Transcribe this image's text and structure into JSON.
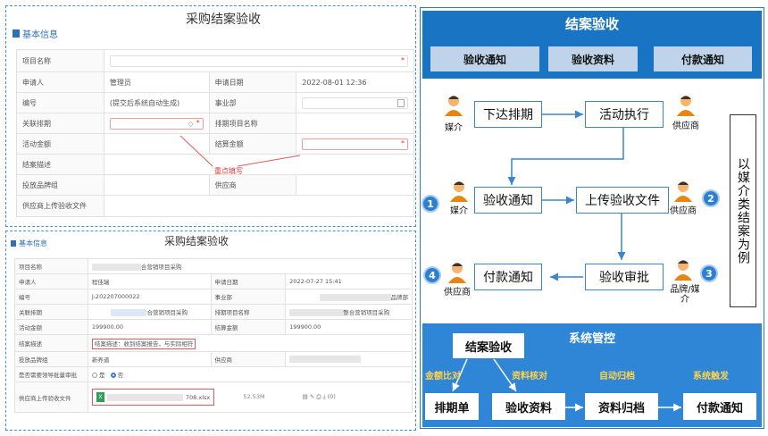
{
  "form1": {
    "title": "采购结案验收",
    "section": "基本信息",
    "labels": {
      "project_name": "项目名称",
      "applicant": "申请人",
      "apply_date": "申请日期",
      "number": "编号",
      "division": "事业部",
      "linked_schedule": "关联排期",
      "schedule_project": "排期项目名称",
      "activity_amount": "活动金额",
      "settle_amount": "结算金额",
      "closing_desc": "结案描述",
      "brand": "投放品牌组",
      "supplier": "供应商",
      "upload": "供应商上传验收文件"
    },
    "values": {
      "applicant": "管理员",
      "apply_date": "2022-08-01 12:36",
      "number": "(提交后系统自动生成)"
    },
    "note": "重点填写"
  },
  "form2": {
    "title": "采购结案验收",
    "section": "基本信息",
    "labels": {
      "project_name": "项目名称",
      "applicant": "申请人",
      "apply_date": "申请日期",
      "number": "编号",
      "division": "事业部",
      "linked_schedule": "关联排期",
      "schedule_project": "排期项目名称",
      "activity_amount": "活动金额",
      "settle_amount": "结算金额",
      "closing_desc": "结案描述",
      "brand": "投放品牌组",
      "supplier": "供应商",
      "leader_approval": "是否需要领导批量审批",
      "upload": "供应商上传验收文件"
    },
    "values": {
      "project_name_suffix": "合营销项目采购",
      "applicant": "程佳瑞",
      "apply_date": "2022-07-27 15:41",
      "number": "J-202207000022",
      "division_suffix": "品牌部",
      "linked_schedule_suffix": "合营销项目采购",
      "schedule_project_suffix": "整合营销项目采购",
      "activity_amount": "199900.00",
      "settle_amount": "199900.00",
      "closing_desc": "结案描述：收到结案报告，与实际相符",
      "brand": "新养道",
      "radio_no": "是",
      "radio_yes": "否",
      "file_ext": "708.xlsx",
      "file_size": "52.53M",
      "download_count": "(0)"
    }
  },
  "panel": {
    "title": "结案验收",
    "tabs": [
      "验收通知",
      "验收资料",
      "付款通知"
    ],
    "flow": {
      "issue_schedule": "下达排期",
      "activity_exec": "活动执行",
      "accept_notice": "验收通知",
      "upload_files": "上传验收文件",
      "payment_notice": "付款通知",
      "accept_approval": "验收审批"
    },
    "actors": {
      "media1": "媒介",
      "supplier1": "供应商",
      "media2": "媒介",
      "supplier2": "供应商",
      "supplier3": "供应商",
      "brand_media": "品牌/媒\n介"
    },
    "nums": [
      "1",
      "2",
      "3",
      "4"
    ],
    "side_text": "以媒介类结案为例",
    "system": {
      "title": "系统管控",
      "top": "结案验收",
      "boxes": [
        "排期单",
        "验收资料",
        "资料归档",
        "付款通知"
      ],
      "labels": [
        "金额比对",
        "资料核对",
        "自动归档",
        "系统触发"
      ]
    }
  },
  "colors": {
    "accent": "#1a74c4",
    "system_bg": "#2f86d6",
    "highlight": "#e45a5a",
    "label_yellow": "#ffd34a"
  }
}
